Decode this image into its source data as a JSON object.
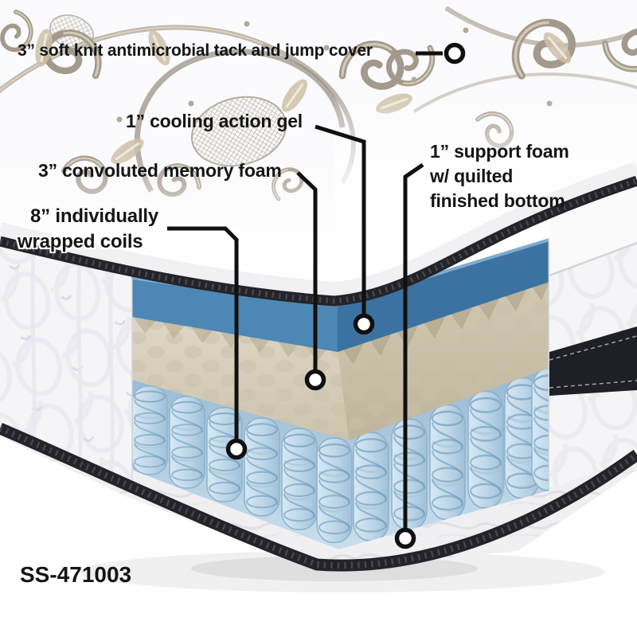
{
  "model_number": "SS-471003",
  "callouts": {
    "cover": {
      "label": "3” soft knit antimicrobial tack and jump cover"
    },
    "cooling_gel": {
      "label": "1” cooling action gel"
    },
    "memory_foam": {
      "label": "3” convoluted memory foam"
    },
    "wrapped_coils": {
      "lines": [
        "8” individually",
        "wrapped coils"
      ]
    },
    "support_foam": {
      "lines": [
        "1” support foam",
        "w/ quilted",
        "finished bottom"
      ]
    }
  },
  "colors": {
    "gel_blue": "#4d87b5",
    "gel_blue_dark": "#3b72a1",
    "gel_top_highlight": "#7fabce",
    "foam_cream": "#d6cdb8",
    "coil_fabric_blue": "#bdd7e9",
    "binding_tape": "#232329",
    "side_band_black": "#1f1f26",
    "label_text": "#151515"
  }
}
